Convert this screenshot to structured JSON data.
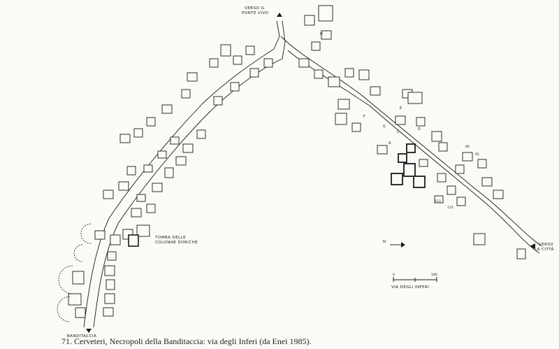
{
  "labels": {
    "verso_ponte_line1": "VERSO IL",
    "verso_ponte_line2": "PONTE VIVO",
    "verso_citta_line1": "VERSO",
    "verso_citta_line2": "LA CITTÀ",
    "tomba_line1": "TOMBA DELLE",
    "tomba_line2": "COLONNE DORICHE",
    "banditaccia": "BANDITACCIA",
    "scale_zero": "0",
    "scale_max": "180",
    "scale_caption": "VIA DEGLI INFERI",
    "north": "N"
  },
  "section_letters": [
    "H",
    "F",
    "E",
    "C",
    "D",
    "A",
    "G"
  ],
  "tomb_numbers": [
    "66",
    "65",
    "113",
    "115"
  ],
  "caption": "71. Cerveteri, Necropoli della Banditaccia: via degli Inferi (da Enei 1985)."
}
